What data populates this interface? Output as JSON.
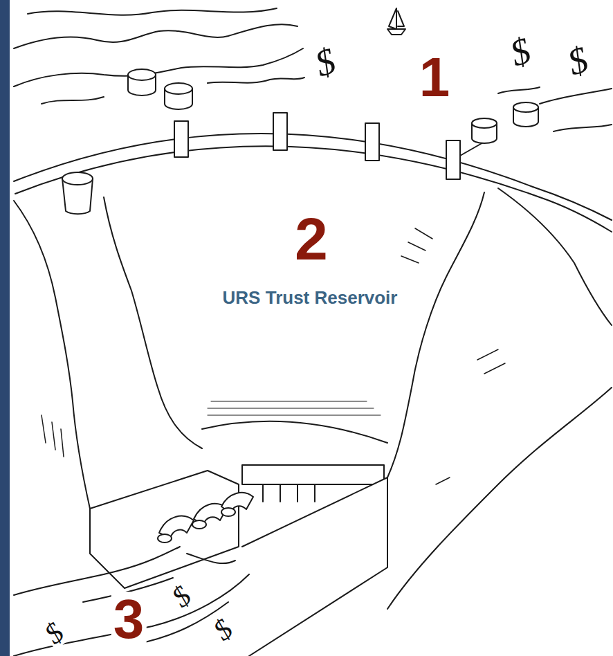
{
  "diagram": {
    "labels": [
      "$",
      "1",
      "$",
      "$",
      "2",
      "URS Trust Reservoir",
      "$",
      "3",
      "$",
      "$"
    ]
  }
}
